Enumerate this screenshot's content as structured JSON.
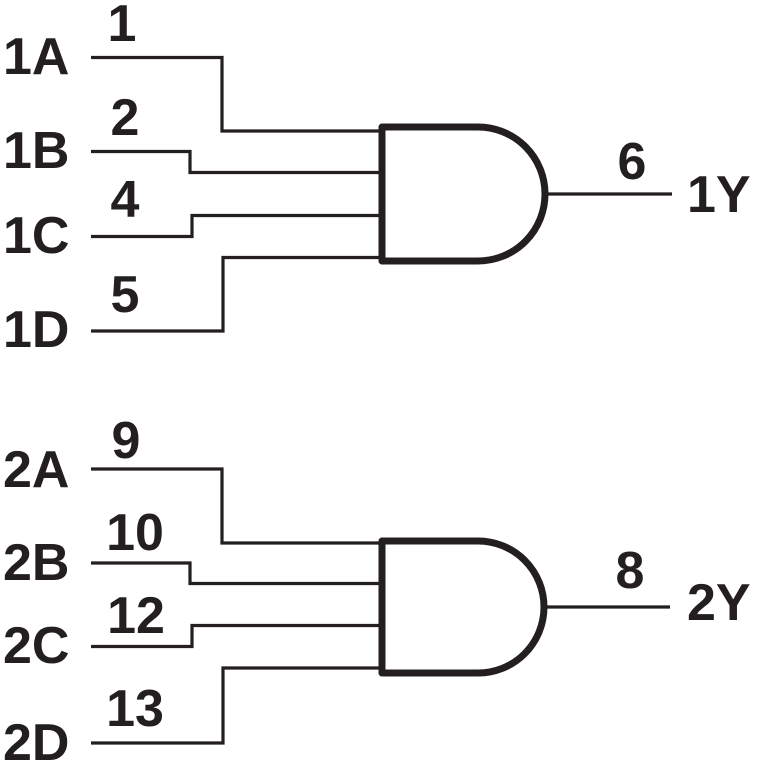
{
  "diagram": {
    "kind": "logic-schematic",
    "description": "Dual 4-input AND gate logic diagram",
    "colors": {
      "ink": "#231f20",
      "background": "#ffffff"
    },
    "gates": [
      {
        "id": "gate-1",
        "type": "AND",
        "inputs": [
          {
            "label": "1A",
            "pin": "1"
          },
          {
            "label": "1B",
            "pin": "2"
          },
          {
            "label": "1C",
            "pin": "4"
          },
          {
            "label": "1D",
            "pin": "5"
          }
        ],
        "output": {
          "label": "1Y",
          "pin": "6"
        }
      },
      {
        "id": "gate-2",
        "type": "AND",
        "inputs": [
          {
            "label": "2A",
            "pin": "9"
          },
          {
            "label": "2B",
            "pin": "10"
          },
          {
            "label": "2C",
            "pin": "12"
          },
          {
            "label": "2D",
            "pin": "13"
          }
        ],
        "output": {
          "label": "2Y",
          "pin": "8"
        }
      }
    ]
  }
}
